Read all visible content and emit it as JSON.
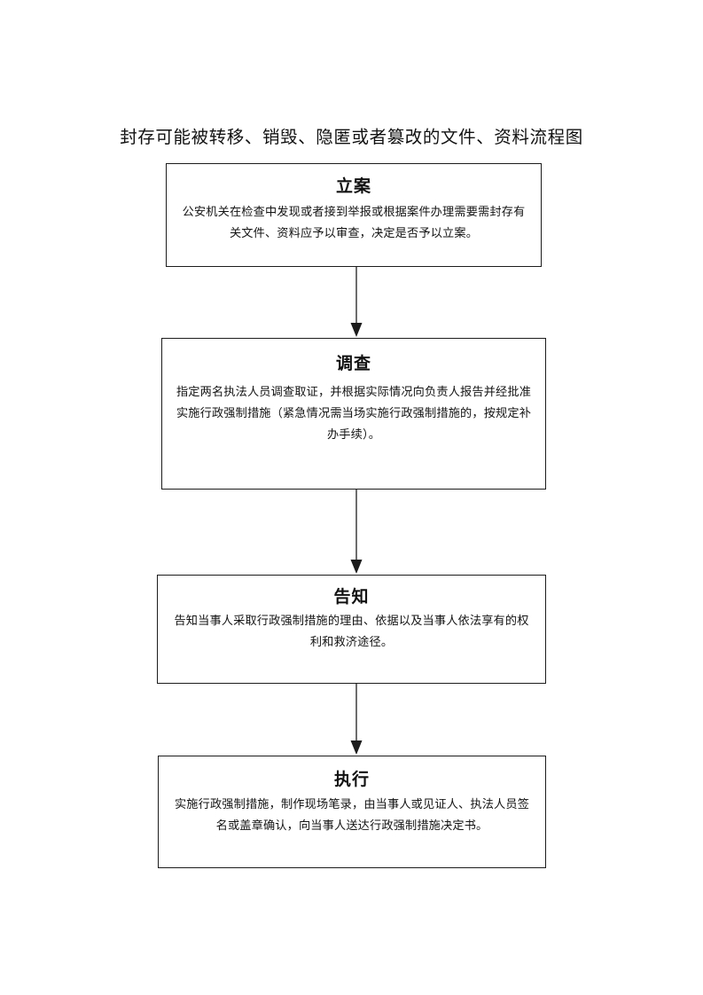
{
  "document": {
    "title": "封存可能被转移、销毁、隐匿或者篡改的文件、资料流程图",
    "background_color": "#ffffff",
    "line_color": "#1c1c1c",
    "text_color": "#141414"
  },
  "chart_data": {
    "type": "diagram",
    "diagram_kind": "flowchart",
    "orientation": "vertical",
    "title": "封存可能被转移、销毁、隐匿或者篡改的文件、资料流程图",
    "nodes": [
      {
        "id": "node-0",
        "heading": "立案",
        "body": "公安机关在检查中发现或者接到举报或根据案件办理需要需封存有关文件、资料应予以审查，决定是否予以立案。",
        "shape": "rectangle"
      },
      {
        "id": "node-1",
        "heading": "调查",
        "body": "指定两名执法人员调查取证，并根据实际情况向负责人报告并经批准实施行政强制措施（紧急情况需当场实施行政强制措施的，按规定补办手续）。",
        "shape": "rectangle"
      },
      {
        "id": "node-2",
        "heading": "告知",
        "body": "告知当事人采取行政强制措施的理由、依据以及当事人依法享有的权利和救济途径。",
        "shape": "rectangle"
      },
      {
        "id": "node-3",
        "heading": "执行",
        "body": "实施行政强制措施，制作现场笔录，由当事人或见证人、执法人员签名或盖章确认，向当事人送达行政强制措施决定书。",
        "shape": "rectangle"
      }
    ],
    "edges": [
      {
        "id": "connector-0",
        "from": "node-0",
        "to": "node-1",
        "style": "solid",
        "arrow": "down"
      },
      {
        "id": "connector-1",
        "from": "node-1",
        "to": "node-2",
        "style": "solid",
        "arrow": "down"
      },
      {
        "id": "connector-2",
        "from": "node-2",
        "to": "node-3",
        "style": "solid",
        "arrow": "down"
      }
    ],
    "legend": [],
    "annotations": []
  }
}
